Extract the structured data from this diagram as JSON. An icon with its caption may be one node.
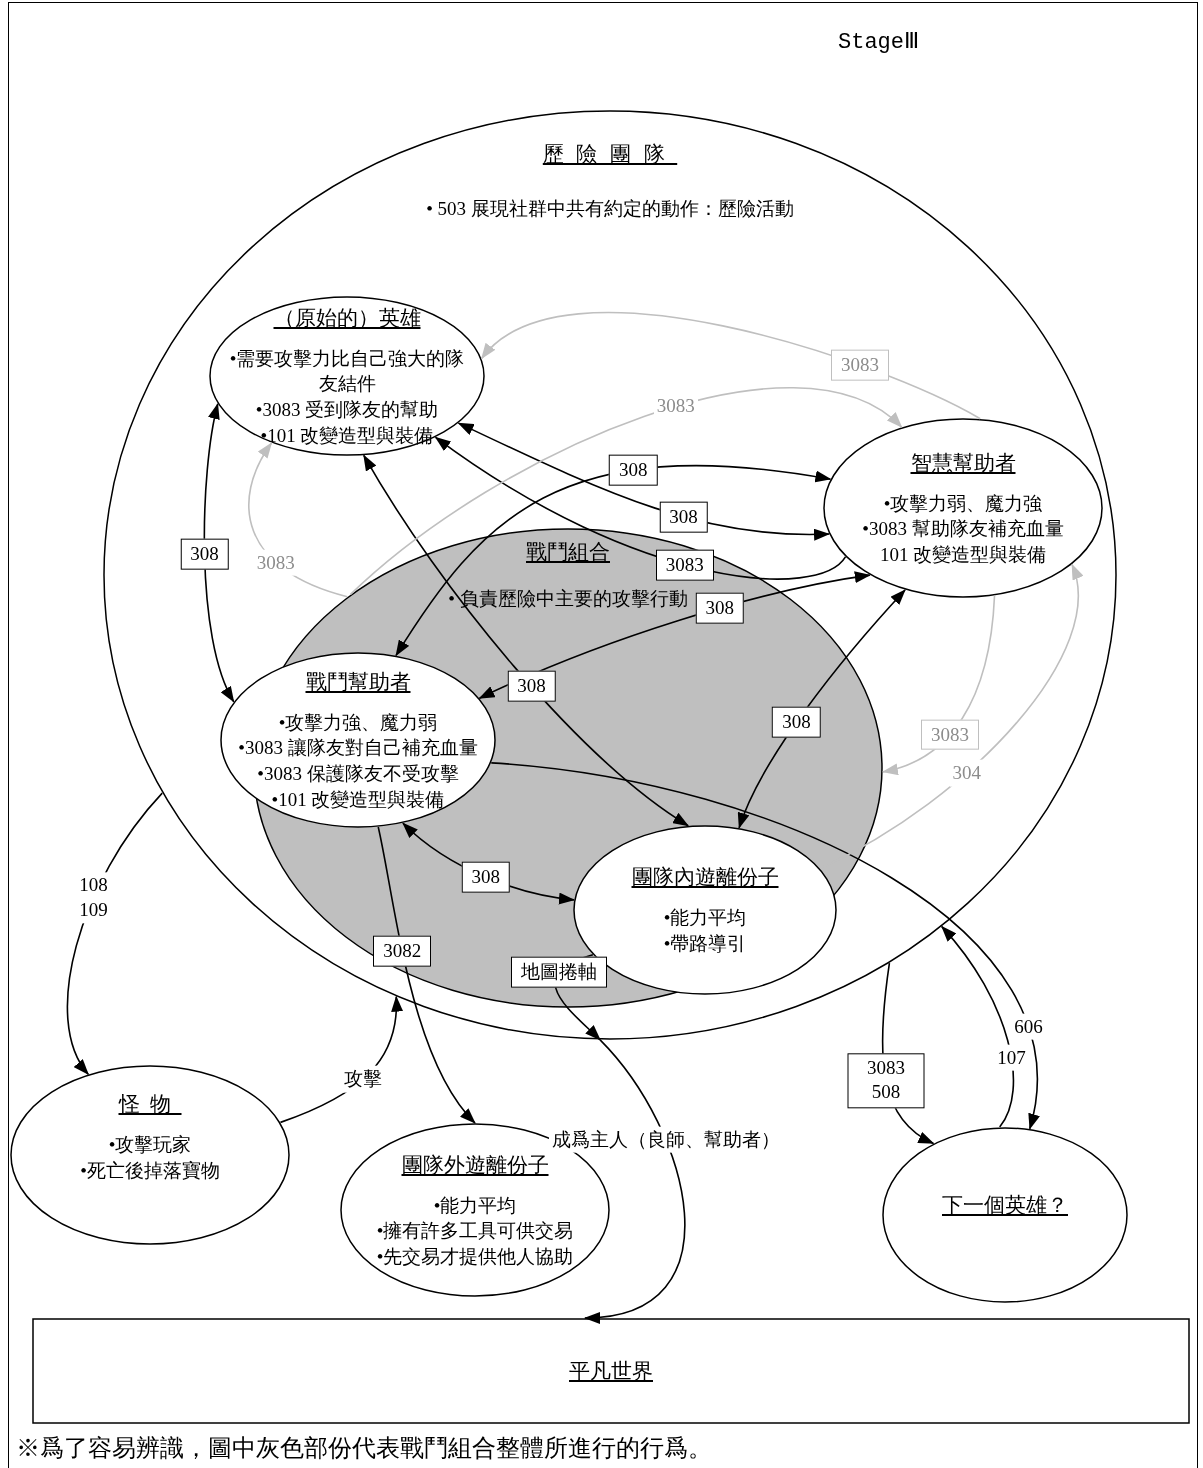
{
  "diagram": {
    "title": "StageⅢ",
    "caption": "※爲了容易辨識，圖中灰色部份代表戰鬥組合整體所進行的行爲。",
    "nodes": [
      {
        "text": [
          "歷險團隊",
          "• 503 展現社群中共有約定的動作：歷險活動"
        ]
      },
      {
        "text": [
          "（原始的）英雄",
          "•需要攻擊力比自己強大的隊友結件",
          "•3083 受到隊友的幫助",
          "•101 改變造型與裝備"
        ],
        "in": 0
      },
      {
        "text": [
          "智慧幫助者",
          "•攻擊力弱、魔力強",
          "•3083 幫助隊友補充血量",
          "101 改變造型與裝備"
        ],
        "in": 0
      },
      {
        "text": [
          "戰鬥組合",
          "• 負責歷險中主要的攻擊行動"
        ],
        "in": 0
      },
      {
        "text": [
          "戰鬥幫助者",
          "•攻擊力強、魔力弱",
          "•3083 讓隊友對自己補充血量",
          "•3083 保護隊友不受攻擊",
          "•101 改變造型與裝備"
        ],
        "in": 3
      },
      {
        "text": [
          "團隊內遊離份子",
          "•能力平均",
          "•帶路導引"
        ],
        "in": 3
      },
      {
        "text": [
          "怪物",
          "•攻擊玩家",
          "•死亡後掉落寶物"
        ]
      },
      {
        "text": [
          "團隊外遊離份子",
          "•能力平均",
          "•擁有許多工具可供交易",
          "•先交易才提供他人協助"
        ]
      },
      {
        "text": [
          "下一個英雄？"
        ]
      },
      {
        "text": [
          "平凡世界"
        ]
      }
    ],
    "edges": [
      {
        "from": 1,
        "to": 4,
        "arrow": "both",
        "label": "308"
      },
      {
        "from": 4,
        "to": 2,
        "arrow": "both",
        "label": "308"
      },
      {
        "from": 1,
        "to": 2,
        "arrow": "both",
        "label": "308"
      },
      {
        "from": 2,
        "to": 1,
        "arrow": "to",
        "label": "3083"
      },
      {
        "from": 4,
        "to": 2,
        "arrow": "both",
        "label": "308"
      },
      {
        "from": 1,
        "to": 5,
        "arrow": "both",
        "label": "308"
      },
      {
        "from": 2,
        "to": 5,
        "arrow": "both",
        "label": "308"
      },
      {
        "from": 4,
        "to": 5,
        "arrow": "both",
        "label": "308"
      },
      {
        "from": 4,
        "to": 7,
        "arrow": "to",
        "label": "3082"
      },
      {
        "from": 4,
        "to": 8,
        "arrow": "to",
        "label": "606"
      },
      {
        "from": 0,
        "to": 6,
        "arrow": "to",
        "label": "108 109"
      },
      {
        "from": 6,
        "to": 0,
        "arrow": "to",
        "label": "攻擊"
      },
      {
        "from": 0,
        "to": 8,
        "arrow": "to",
        "label": "3083 508"
      },
      {
        "from": 8,
        "to": 0,
        "arrow": "to",
        "label": "107"
      },
      {
        "from": 5,
        "to": 0,
        "arrow": "to",
        "label": "地圖捲軸"
      },
      {
        "from": 0,
        "to": 9,
        "arrow": "to",
        "label": "成爲主人（良師、幫助者）"
      },
      {
        "from": 2,
        "to": 1,
        "arrow": "to",
        "label": "3083",
        "color": "#bfbfbf"
      },
      {
        "from": 3,
        "to": 2,
        "arrow": "to",
        "label": "3083",
        "color": "#bfbfbf"
      },
      {
        "from": 3,
        "to": 1,
        "arrow": "to",
        "label": "3083",
        "color": "#bfbfbf"
      },
      {
        "from": 2,
        "to": 3,
        "arrow": "to",
        "label": "3083",
        "color": "#bfbfbf"
      },
      {
        "from": 5,
        "to": 2,
        "arrow": "to",
        "label": "304",
        "color": "#bfbfbf"
      }
    ]
  }
}
